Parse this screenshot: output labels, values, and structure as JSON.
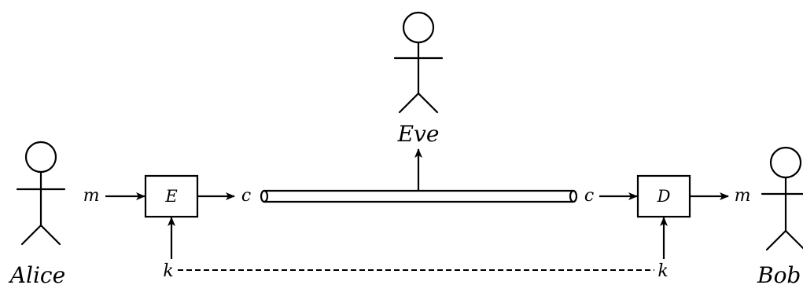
{
  "actors": {
    "alice": "Alice",
    "eve": "Eve",
    "bob": "Bob"
  },
  "blocks": {
    "encrypt": "E",
    "decrypt": "D"
  },
  "signals": {
    "message_in": "m",
    "ciphertext_out": "c",
    "ciphertext_in": "c",
    "message_out": "m",
    "key_encrypt": "k",
    "key_decrypt": "k"
  }
}
